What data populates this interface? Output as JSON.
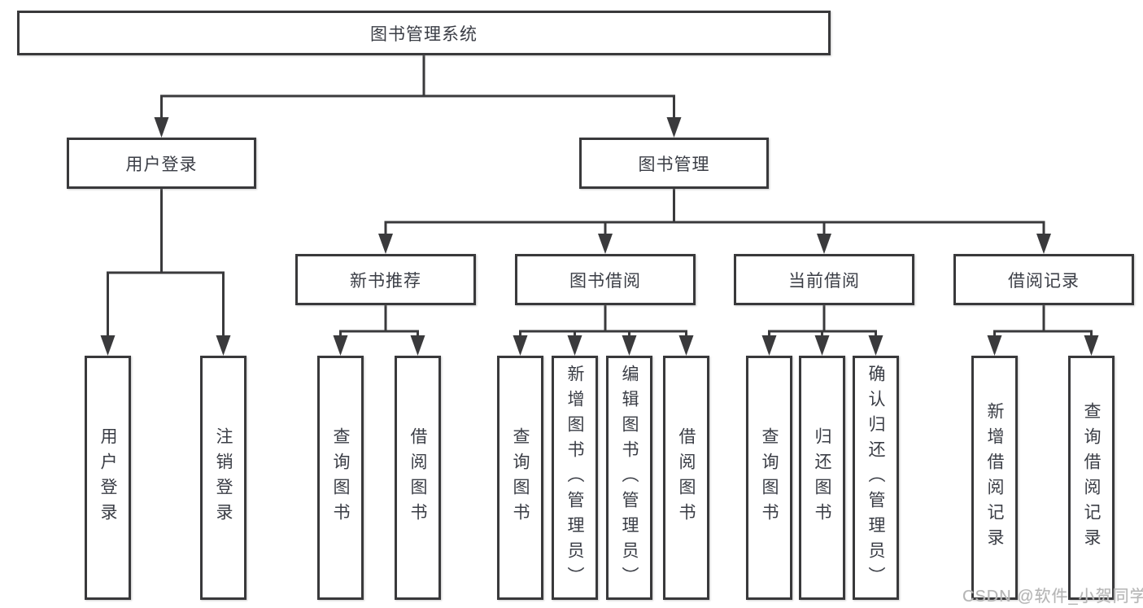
{
  "diagram": {
    "type": "hierarchy-tree",
    "root": {
      "label": "图书管理系统"
    },
    "branches": {
      "user_login": {
        "label": "用户登录",
        "children": [
          {
            "label": "用户登录"
          },
          {
            "label": "注销登录"
          }
        ]
      },
      "book_management": {
        "label": "图书管理",
        "children": {
          "new_book_recommend": {
            "label": "新书推荐",
            "children": [
              {
                "label": "查询图书"
              },
              {
                "label": "借阅图书"
              }
            ]
          },
          "book_borrowing": {
            "label": "图书借阅",
            "children": [
              {
                "label": "查询图书"
              },
              {
                "label": "新增图书（管理员）"
              },
              {
                "label": "编辑图书（管理员）"
              },
              {
                "label": "借阅图书"
              }
            ]
          },
          "current_borrowing": {
            "label": "当前借阅",
            "children": [
              {
                "label": "查询图书"
              },
              {
                "label": "归还图书"
              },
              {
                "label": "确认归还（管理员）"
              }
            ]
          },
          "borrowing_records": {
            "label": "借阅记录",
            "children": [
              {
                "label": "新增借阅记录"
              },
              {
                "label": "查询借阅记录"
              }
            ]
          }
        }
      }
    }
  },
  "watermark": {
    "text": "CSDN @软件_小贺同学"
  },
  "colors": {
    "line": "#3a3a3c",
    "box_border": "#39393b",
    "text": "#3a3d45",
    "watermark": "#b5b5b5",
    "background": "#ffffff"
  }
}
